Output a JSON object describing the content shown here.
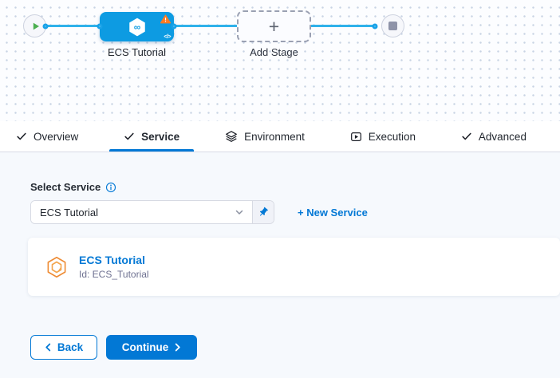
{
  "pipeline": {
    "stage": {
      "label": "ECS Tutorial",
      "code_glyph": "</>"
    },
    "add_stage": {
      "label": "Add Stage",
      "plus": "+"
    }
  },
  "tabs": {
    "items": [
      {
        "label": "Overview"
      },
      {
        "label": "Service"
      },
      {
        "label": "Environment"
      },
      {
        "label": "Execution"
      },
      {
        "label": "Advanced"
      }
    ],
    "active": "Service"
  },
  "service_form": {
    "label": "Select Service",
    "select": {
      "value": "ECS Tutorial"
    },
    "new_service_label": "+ New Service",
    "selected_card": {
      "title": "ECS Tutorial",
      "id": "Id: ECS_Tutorial"
    }
  },
  "footer": {
    "back_label": "Back",
    "continue_label": "Continue"
  },
  "colors": {
    "primary": "#0278d5",
    "stage_node_blue": "#0d9be2",
    "connector_blue": "#2fb1ea",
    "warning_orange": "#ff7b21",
    "start_green": "#4caf50",
    "card_icon_orange": "#ee8c35"
  }
}
